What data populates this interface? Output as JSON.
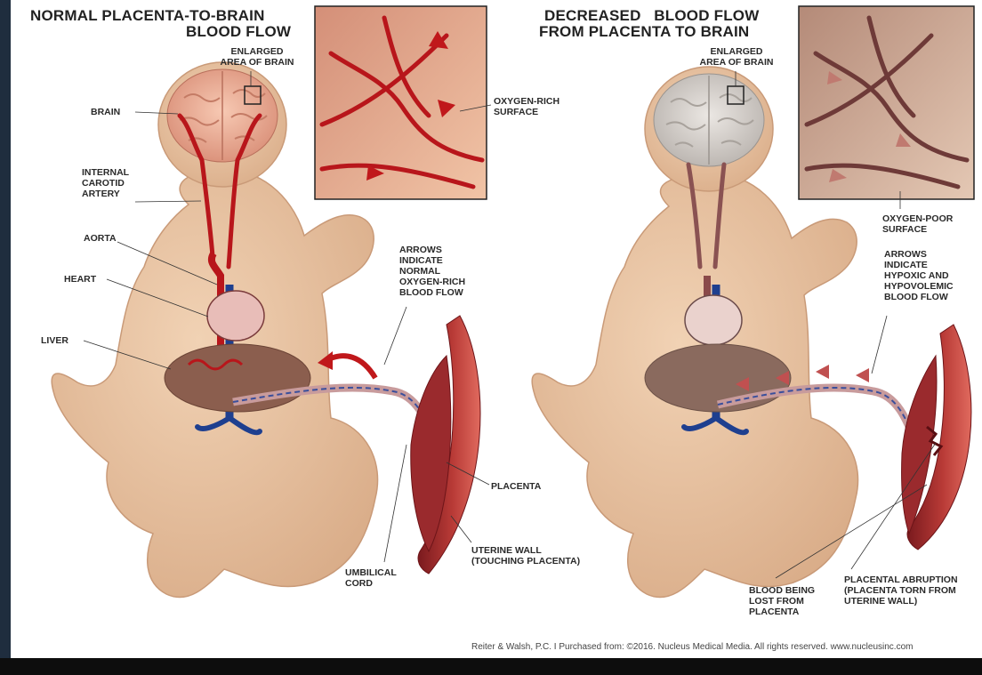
{
  "left_panel": {
    "title_line1": "NORMAL PLACENTA-TO-BRAIN",
    "title_line2": "BLOOD FLOW",
    "labels": {
      "enlarged": "ENLARGED\nAREA OF BRAIN",
      "brain": "BRAIN",
      "carotid": "INTERNAL\nCAROTID\nARTERY",
      "aorta": "AORTA",
      "heart": "HEART",
      "liver": "LIVER",
      "oxygen_rich": "OXYGEN-RICH\nSURFACE",
      "arrows": "ARROWS\nINDICATE\nNORMAL\nOXYGEN-RICH\nBLOOD FLOW",
      "placenta": "PLACENTA",
      "uterine": "UTERINE WALL\n(TOUCHING PLACENTA)",
      "umbilical": "UMBILICAL\nCORD"
    }
  },
  "right_panel": {
    "title_line1": "DECREASED   BLOOD FLOW",
    "title_line2": "FROM PLACENTA TO BRAIN",
    "labels": {
      "enlarged": "ENLARGED\nAREA OF BRAIN",
      "oxygen_poor": "OXYGEN-POOR\nSURFACE",
      "arrows": "ARROWS\nINDICATE\nHYPOXIC AND\nHYPOVOLEMIC\nBLOOD FLOW",
      "abruption": "PLACENTAL ABRUPTION\n(PLACENTA TORN FROM\nUTERINE WALL)",
      "blood_lost": "BLOOD BEING\nLOST FROM\nPLACENTA"
    }
  },
  "credit": "Reiter & Walsh, P.C.  I  Purchased from: ©2016. Nucleus Medical Media. All rights reserved. www.nucleusinc.com",
  "colors": {
    "skin": "#e9c6a4",
    "skin_shadow": "#d4a987",
    "artery": "#b8161b",
    "vein": "#1e3f8f",
    "liver": "#8b5e4e",
    "brain_normal": "#f0b8a0",
    "brain_poor": "#d8d4d0"
  }
}
